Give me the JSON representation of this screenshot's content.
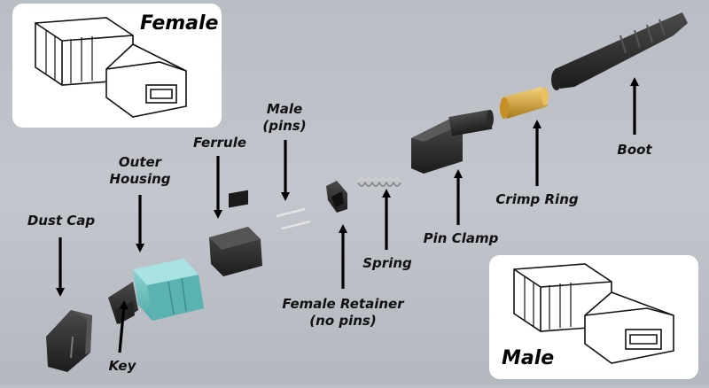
{
  "boxes": {
    "female": "Female",
    "male": "Male"
  },
  "labels": {
    "dust_cap": "Dust Cap",
    "outer_housing": "Outer\nHousing",
    "ferrule": "Ferrule",
    "male_pins": "Male\n(pins)",
    "female_retainer": "Female Retainer\n(no pins)",
    "spring": "Spring",
    "pin_clamp": "Pin Clamp",
    "crimp_ring": "Crimp Ring",
    "boot": "Boot",
    "key": "Key"
  },
  "colors": {
    "background": "#bfc2c8",
    "housing_teal": "#7cc9c8",
    "component_dark": "#2f2f2f",
    "crimp_gold": "#d4a53a",
    "box_fill": "#ffffff"
  }
}
